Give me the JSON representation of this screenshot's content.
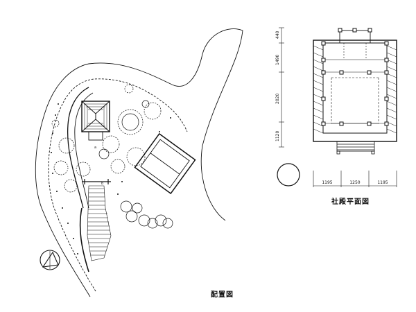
{
  "site_plan": {
    "caption": "配置図",
    "label_a": "a",
    "label_b": "b"
  },
  "shrine_plan": {
    "caption": "社殿平面図",
    "vertical_dims": [
      "440",
      "1490",
      "2020",
      "1120"
    ],
    "horizontal_dims": [
      "1195",
      "1250",
      "1195"
    ]
  },
  "icons": [
    "north-arrow-icon",
    "circle-symbol-icon"
  ]
}
